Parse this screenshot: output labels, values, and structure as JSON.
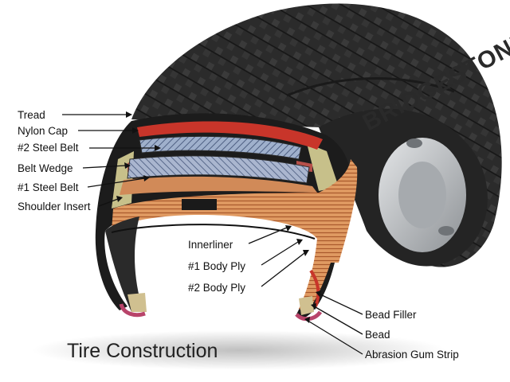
{
  "title": "Tire Construction",
  "brand": "BRIDGESTONE",
  "labels_left": [
    "Tread",
    "Nylon Cap",
    "#2 Steel Belt",
    "Belt Wedge",
    "#1 Steel Belt",
    "Shoulder Insert"
  ],
  "labels_center": [
    "Innerliner",
    "#1 Body Ply",
    "#2 Body Ply"
  ],
  "labels_right": [
    "Bead Filler",
    "Bead",
    "Abrasion Gum Strip"
  ],
  "colors": {
    "rubber": "#1e1e1e",
    "nylon_cap": "#c8352a",
    "steel_belt": "#7d8fb0",
    "body_ply": "#d98a55",
    "shoulder": "#c7c08a",
    "gum_strip": "#b8446a",
    "wheel": "#b9bcc0"
  }
}
